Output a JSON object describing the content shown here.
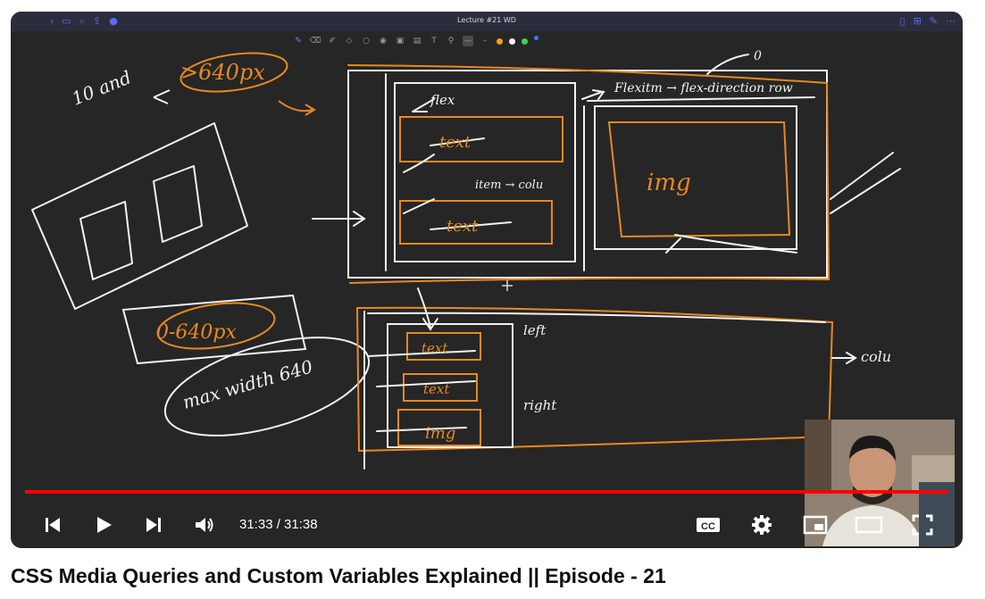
{
  "app_title": "Lecture #21 WD",
  "top_left_icons": [
    "back-icon",
    "sidebar-icon",
    "search-icon",
    "share-icon",
    "mic-icon"
  ],
  "top_right_icons": [
    "bookmark-icon",
    "add-page-icon",
    "edit-icon",
    "more-icon"
  ],
  "toolbar": {
    "tools": [
      "pen-tool",
      "eraser-tool",
      "highlighter-tool",
      "shapes-tool",
      "lasso-tool",
      "camera-tool",
      "image-tool",
      "sticker-tool",
      "text-tool",
      "laser-tool"
    ],
    "colors": [
      "#ff9f1a",
      "#ffffff",
      "#3ecf5a",
      "#2f7bff"
    ]
  },
  "whiteboard": {
    "notes": [
      "10 and",
      ">640px",
      "0-640px",
      "max width 640",
      "flex",
      "text",
      "item → colu",
      "text",
      "Flexitm → flex-direction row",
      "img",
      "text",
      "text",
      "img",
      "left",
      "right",
      "colu",
      "0"
    ]
  },
  "player": {
    "time_display": "31:33 / 31:38",
    "progress": 0.997,
    "colors": {
      "progress": "#ff0000",
      "ink_white": "#f2f2f2",
      "ink_orange": "#e8891e"
    }
  },
  "video_title": "CSS Media Queries and Custom Variables Explained || Episode - 21"
}
